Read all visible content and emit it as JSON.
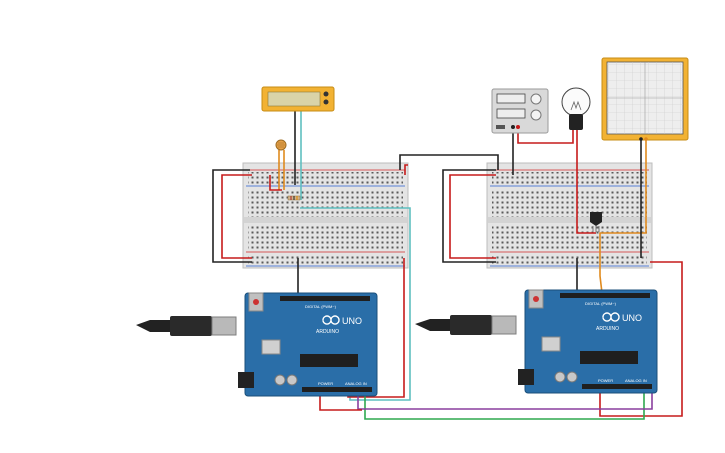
{
  "canvas": {
    "background": "#ffffff"
  },
  "colors": {
    "breadboard": "#e6e6e6",
    "breadboard_hole": "#4a4a4a",
    "rail_red": "#d22b2b",
    "rail_blue": "#2b5fd2",
    "arduino_blue": "#1d5f8c",
    "arduino_board": "#2a6ea8",
    "wire_black": "#222222",
    "wire_red": "#c61b1b",
    "wire_cyan": "#5fbfc0",
    "wire_green": "#2fa84f",
    "wire_purple": "#8a3f9e",
    "wire_orange": "#e08a1e",
    "multimeter_body": "#f2b233",
    "oscilloscope_body": "#f2b233",
    "power_supply_body": "#d8d8d8"
  },
  "arduino_left": {
    "brand": "ARDUINO",
    "model": "UNO",
    "digital_label": "DIGITAL (PWM~)",
    "power_label": "POWER",
    "analog_label": "ANALOG IN"
  },
  "arduino_right": {
    "brand": "ARDUINO",
    "model": "UNO",
    "digital_label": "DIGITAL (PWM~)",
    "power_label": "POWER",
    "analog_label": "ANALOG IN"
  },
  "oscilloscope": {
    "channel_label": ""
  },
  "components": {
    "multimeter": "multimeter-icon",
    "photoresistor": "photoresistor-icon",
    "resistor": "resistor-icon",
    "power_supply": "power-supply-icon",
    "light_bulb": "light-bulb-icon",
    "transistor": "transistor-icon",
    "oscilloscope": "oscilloscope-icon",
    "usb_cable": "usb-plug-icon"
  }
}
